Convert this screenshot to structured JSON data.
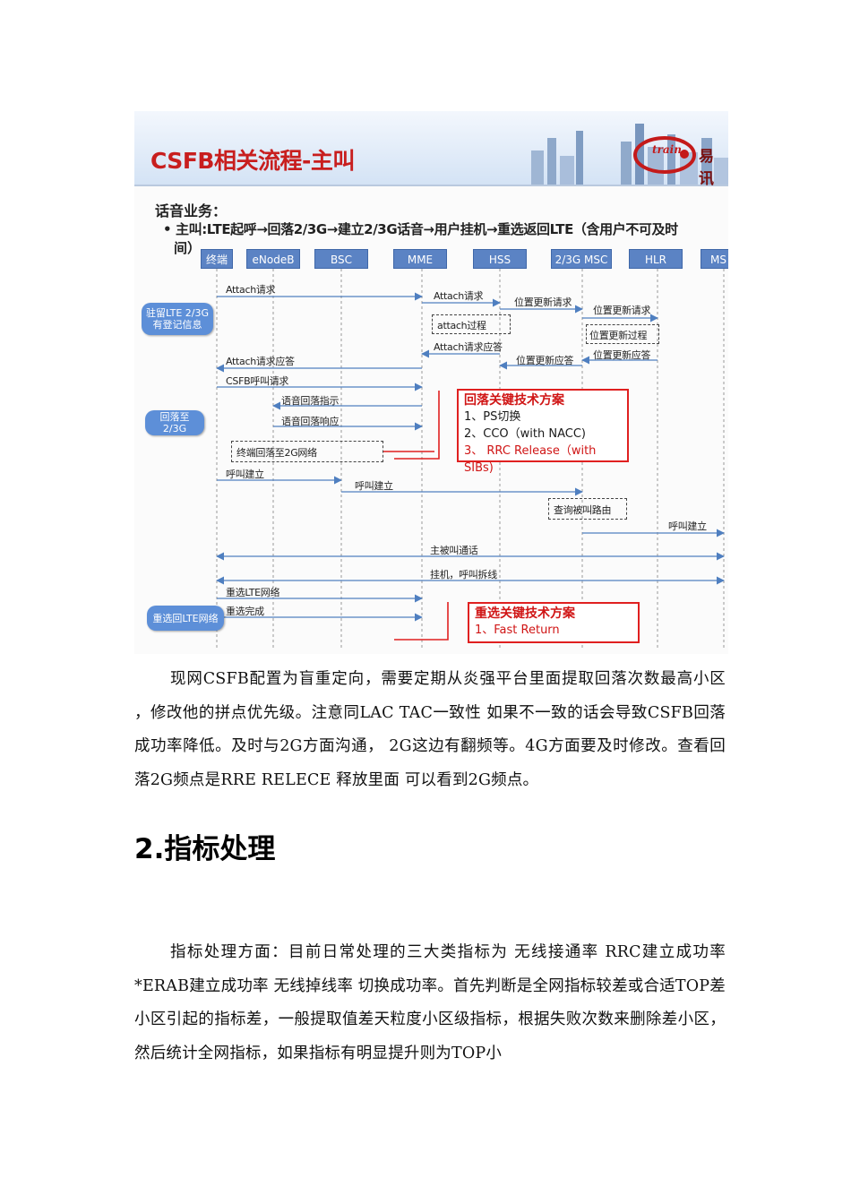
{
  "slide": {
    "title": "CSFB相关流程-主叫",
    "logo_text": "易讯",
    "logo_script": "train",
    "heading": "话音业务：",
    "bullet": "• 主叫:LTE起呼→回落2/3G→建立2/3G话音→用户挂机→重选返回LTE（含用户不可及时",
    "bullet_cont": "间）",
    "entities": [
      "终端",
      "eNodeB",
      "BSC",
      "MME",
      "HSS",
      "2/3G MSC",
      "HLR",
      "MS"
    ],
    "side_labels": [
      {
        "text": "驻留LTE 2/3G有登记信息"
      },
      {
        "text": "回落至2/3G"
      },
      {
        "text": "重选回LTE网络"
      }
    ],
    "messages": {
      "attach_req_1": "Attach请求",
      "attach_req_2": "Attach请求",
      "loc_update_req_1": "位置更新请求",
      "loc_update_req_2": "位置更新请求",
      "attach_proc": "attach过程",
      "loc_update_proc": "位置更新过程",
      "attach_resp_1": "Attach请求应答",
      "loc_update_resp_1": "位置更新应答",
      "loc_update_resp_2": "位置更新应答",
      "attach_resp_2": "Attach请求应答",
      "csfb_req": "CSFB呼叫请求",
      "voice_fallback_ind": "语音回落指示",
      "voice_fallback_resp": "语音回落响应",
      "ue_fallback": "终端回落至2G网络",
      "call_setup_1": "呼叫建立",
      "call_setup_2": "呼叫建立",
      "query_route": "查询被叫路由",
      "call_setup_3": "呼叫建立",
      "called_talk": "主被叫通话",
      "hangup": "挂机，呼叫拆线",
      "reselect_lte": "重选LTE网络",
      "reselect_done": "重选完成"
    },
    "fallback_box": {
      "title": "回落关键技术方案",
      "items": [
        "1、PS切换",
        "2、CCO（with NACC)",
        "3、 RRC Release（with SIBs)"
      ]
    },
    "reselect_box": {
      "title": "重选关键技术方案",
      "items": [
        "1、Fast Return"
      ]
    }
  },
  "paragraph1": "现网CSFB配置为盲重定向，需要定期从炎强平台里面提取回落次数最高小区 ，修改他的拼点优先级。注意同LAC TAC一致性 如果不一致的话会导致CSFB回落成功率降低。及时与2G方面沟通， 2G这边有翻频等。4G方面要及时修改。查看回落2G频点是RRE RELECE 释放里面 可以看到2G频点。",
  "section_title": "2.指标处理",
  "paragraph2": "指标处理方面：目前日常处理的三大类指标为  无线接通率  RRC建立成功率*ERAB建立成功率    无线掉线率   切换成功率。首先判断是全网指标较差或合适TOP差小区引起的指标差，一般提取值差天粒度小区级指标，根据失败次数来删除差小区，然后统计全网指标，如果指标有明显提升则为TOP小",
  "colors": {
    "title_red": "#c81e1e",
    "entity_blue": "#5b83c4",
    "side_blue": "#5d8fd8",
    "arrow_blue": "#4f7fc0",
    "box_red": "#e02020"
  }
}
